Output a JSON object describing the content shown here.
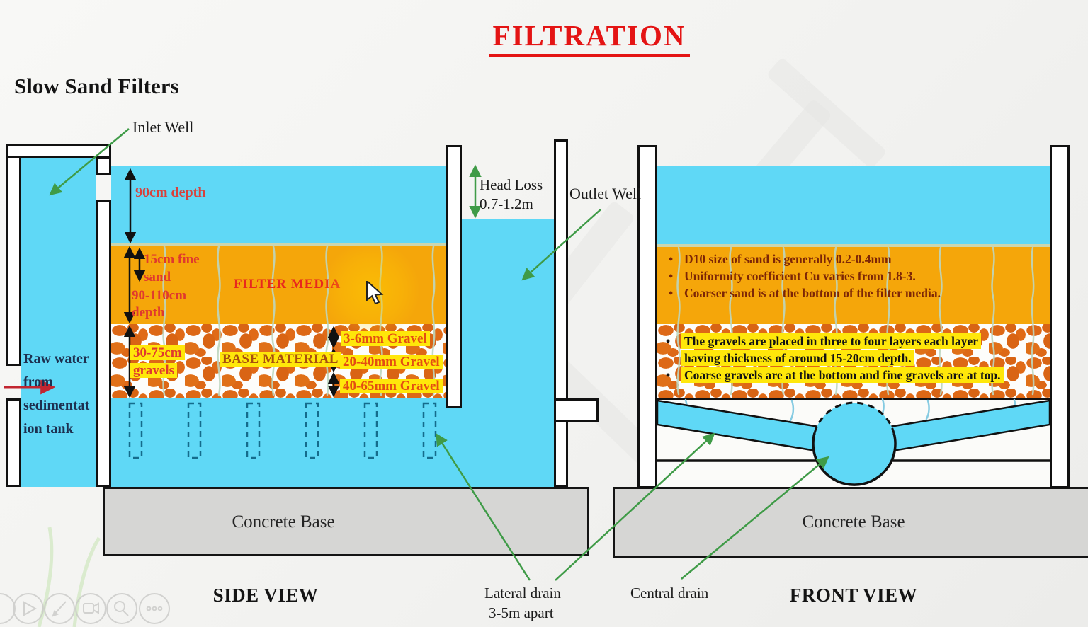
{
  "title": "FILTRATION",
  "heading": "Slow Sand Filters",
  "side_view": {
    "caption": "SIDE VIEW",
    "inlet_well_label": "Inlet Well",
    "outlet_well_label": "Outlet Well",
    "head_loss_line1": "Head Loss",
    "head_loss_line2": "0.7-1.2m",
    "water_depth": "90cm depth",
    "fine_sand_line1": "15cm fine",
    "fine_sand_line2": "sand",
    "media_depth_line1": "90-110cm",
    "media_depth_line2": "depth",
    "filter_media": "FILTER MEDIA",
    "gravel_depth_line1": "30-75cm",
    "gravel_depth_line2": "gravels",
    "base_material": "BASE MATERIAL",
    "gravel_layers": [
      "3-6mm Gravel",
      "20-40mm Gravel",
      "40-65mm Gravel"
    ],
    "raw_water_lines": [
      "Raw water",
      "from",
      "sedimentat",
      "ion tank"
    ],
    "concrete_base": "Concrete Base"
  },
  "front_view": {
    "caption": "FRONT VIEW",
    "bullet": "•",
    "sand_notes": [
      "D10 size of sand is generally 0.2-0.4mm",
      "Uniformity coefficient Cu varies from 1.8-3.",
      "Coarser sand is at the  bottom of the filter media."
    ],
    "gravel_note_lines": [
      "The gravels are placed in three to four layers each layer",
      "having thickness of around 15-20cm depth.",
      "Coarse gravels are at the bottom and fine gravels are at top."
    ],
    "concrete_base": "Concrete Base"
  },
  "drain_labels": {
    "lateral_line1": "Lateral drain",
    "lateral_line2": "3-5m apart",
    "central": "Central drain"
  },
  "colors": {
    "water": "#5fd8f6",
    "sand": "#f5a60a",
    "stone": "#dd6816",
    "highlight": "#ffe70a",
    "label_red": "#e8302a",
    "arrow_green": "#3f9b47",
    "concrete": "#d6d6d4",
    "title_red": "#e41414"
  }
}
